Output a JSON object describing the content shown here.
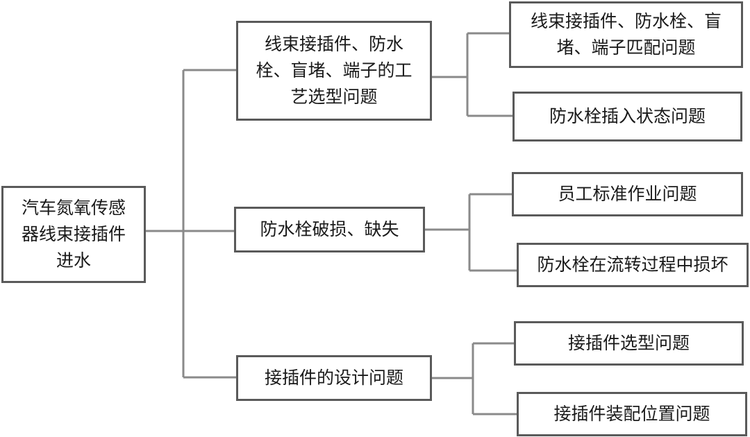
{
  "root": {
    "text": "汽车氮氧传感器线束接插件进水"
  },
  "causes": [
    {
      "text": "线束接插件、防水栓、盲堵、端子的工艺选型问题",
      "subs": [
        {
          "text": "线束接插件、防水栓、盲堵、端子匹配问题"
        },
        {
          "text": "防水栓插入状态问题"
        }
      ]
    },
    {
      "text": "防水栓破损、缺失",
      "subs": [
        {
          "text": "员工标准作业问题"
        },
        {
          "text": "防水栓在流转过程中损坏"
        }
      ]
    },
    {
      "text": "接插件的设计问题",
      "subs": [
        {
          "text": "接插件选型问题"
        },
        {
          "text": "接插件装配位置问题"
        }
      ]
    }
  ],
  "colors": {
    "line": "#8a8a8a",
    "border": "#5a5a5a",
    "text": "#1a1a1a"
  }
}
